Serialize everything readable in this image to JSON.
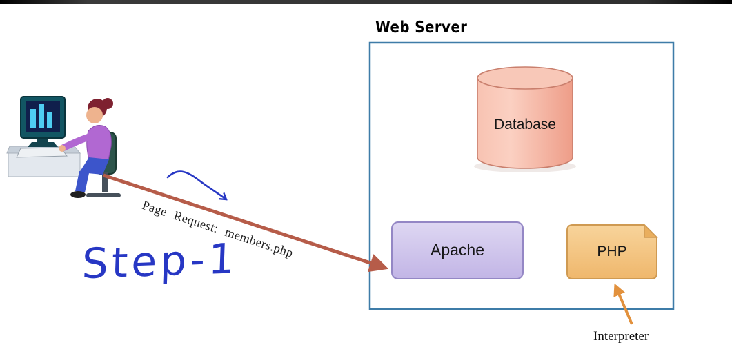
{
  "window": {
    "top_bar_color": "#1a1a1a"
  },
  "server": {
    "title": "Web Server",
    "border_color": "#3e7ca8"
  },
  "nodes": {
    "database": {
      "label": "Database",
      "fill": "#f2a892",
      "border": "#c97f6d"
    },
    "apache": {
      "label": "Apache",
      "fill": "#cdc2e9",
      "border": "#9487c5"
    },
    "php": {
      "label": "PHP",
      "fill": "#f4c07c",
      "border": "#cf9a52"
    }
  },
  "annotations": {
    "page_request": "Page Request: members.php",
    "step": "Step-1",
    "interpreter": "Interpreter",
    "ink_color": "#2737c4"
  },
  "arrows": {
    "request_color": "#b65c49",
    "interpreter_color": "#e2913d"
  }
}
